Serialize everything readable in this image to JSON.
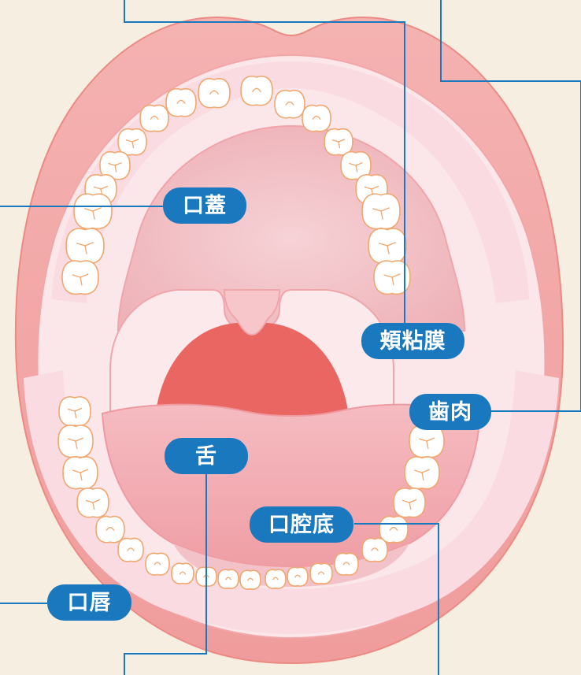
{
  "labels": {
    "palate": "口蓋",
    "buccal_mucosa": "頬粘膜",
    "gums": "歯肉",
    "tongue": "舌",
    "floor_of_mouth": "口腔底",
    "lips": "口唇"
  },
  "colors": {
    "background": "#f6eee0",
    "label_fill": "#1a78bf",
    "leader_line": "#1a78bf",
    "lip": "#f2a7a6",
    "inner_mouth": "#fbe6ea",
    "palate": "#f0b9bf",
    "throat": "#e9625e",
    "tongue": "#f3aab0",
    "tooth_fill": "#ffffff",
    "tooth_outline": "#f0a770"
  },
  "icons": [
    "mouth-diagram"
  ]
}
